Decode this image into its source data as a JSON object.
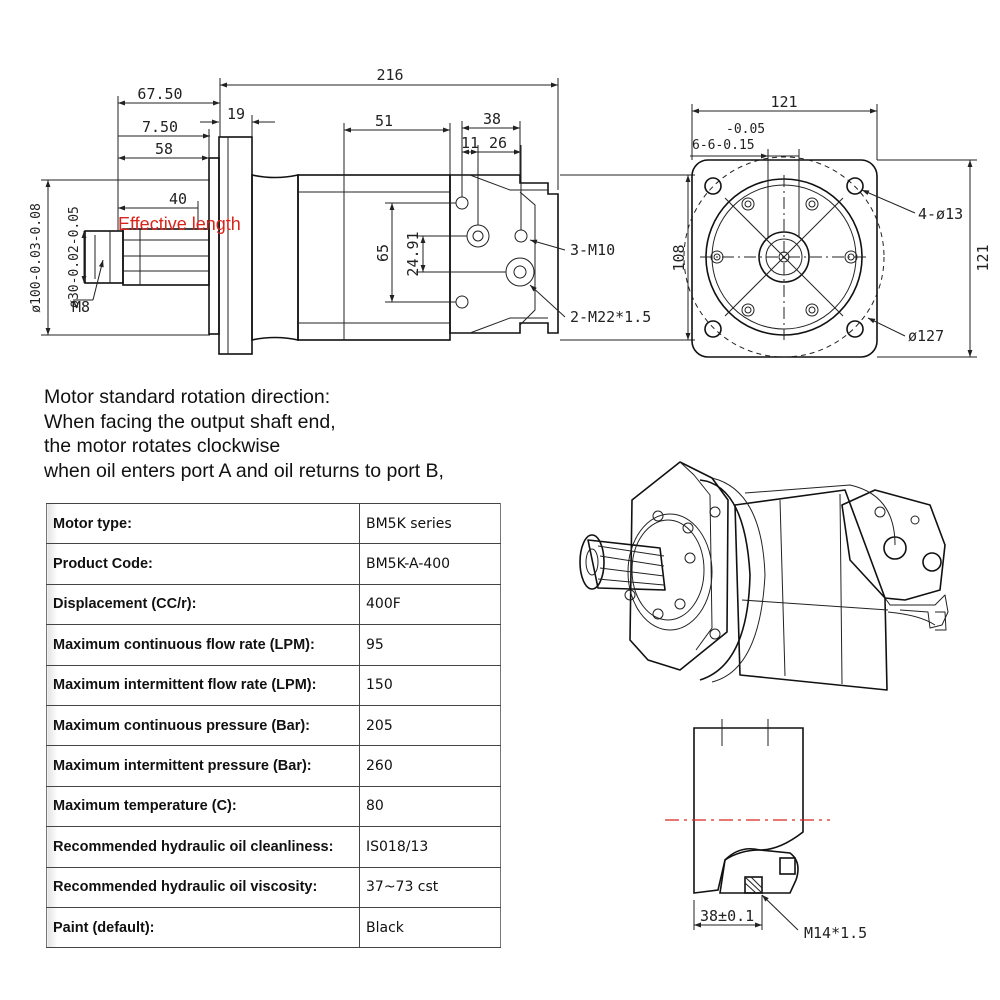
{
  "side_view": {
    "dims": {
      "overall_length": "216",
      "flange_to_shaft": "67.50",
      "flange_thickness": "19",
      "pilot_length": "7.50",
      "shaft_length": "58",
      "port_block": "51",
      "port_spacing": "38",
      "port_offset_a": "11",
      "port_offset_b": "26",
      "effective_length_dim": "40",
      "port_height": "65",
      "port_center_height": "24.91",
      "pilot_diameter": "ø100-0.03-0.08",
      "shaft_diameter": "ø30-0.02-0.05",
      "height": "108"
    },
    "callouts": {
      "effective_length": "Effective length",
      "thread_m8": "M8",
      "thread_3m10": "3-M10",
      "thread_2m22": "2-M22*1.5"
    }
  },
  "front_view": {
    "dims": {
      "width": "121",
      "height": "121",
      "key_tolerance": "-0.05",
      "key_width": "6-6-0.15",
      "holes": "4-ø13",
      "bolt_circle": "ø127"
    }
  },
  "detail_view": {
    "dims": {
      "depth": "38±0.1",
      "thread": "M14*1.5"
    }
  },
  "notes": {
    "lines": [
      "Motor standard rotation direction:",
      "When facing the output shaft end,",
      "the motor rotates clockwise",
      "when oil enters port A and oil returns to port B,"
    ]
  },
  "specs": {
    "rows": [
      {
        "label": "Motor type:",
        "value": "BM5K series"
      },
      {
        "label": "Product Code:",
        "value": "BM5K-A-400"
      },
      {
        "label": "Displacement (CC/r):",
        "value": "400F"
      },
      {
        "label": "Maximum continuous flow rate (LPM):",
        "value": "95"
      },
      {
        "label": "Maximum intermittent flow rate (LPM):",
        "value": "150"
      },
      {
        "label": "Maximum continuous pressure (Bar):",
        "value": "205"
      },
      {
        "label": "Maximum intermittent pressure (Bar):",
        "value": "260"
      },
      {
        "label": "Maximum temperature (C):",
        "value": "80"
      },
      {
        "label": "Recommended hydraulic oil cleanliness:",
        "value": "IS018/13"
      },
      {
        "label": "Recommended hydraulic oil viscosity:",
        "value": "37~73 cst"
      },
      {
        "label": "Paint (default):",
        "value": "Black"
      }
    ]
  },
  "colors": {
    "line": "#222222",
    "callout_red": "#d9241c",
    "label_shade": "#e2e2e2"
  }
}
